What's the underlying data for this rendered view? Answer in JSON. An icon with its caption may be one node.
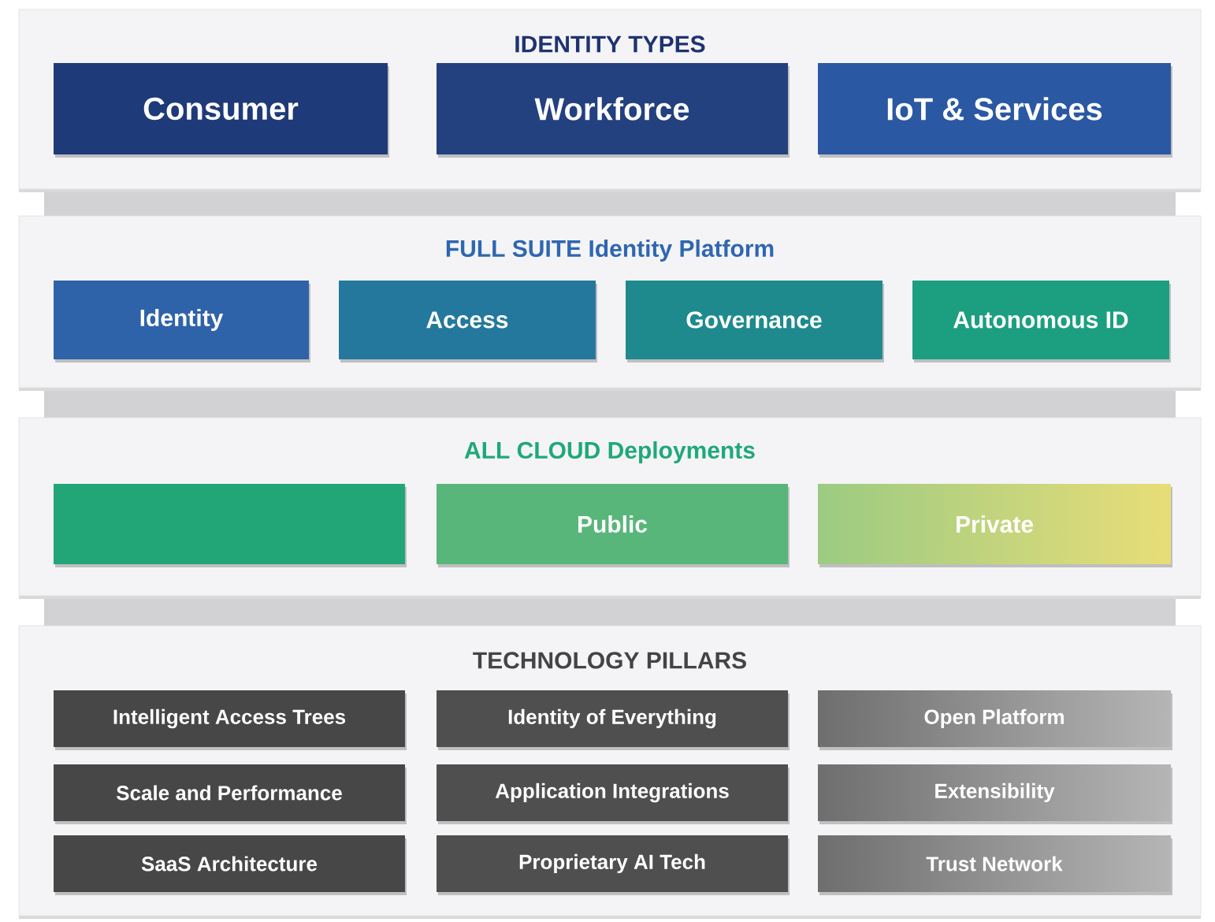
{
  "diagram": {
    "nodes": [
      {
        "text": [
          "IDENTITY TYPES"
        ]
      },
      {
        "text": [
          "Consumer"
        ],
        "in": 0
      },
      {
        "text": [
          "Workforce"
        ],
        "in": 0
      },
      {
        "text": [
          "IoT & Services"
        ],
        "in": 0
      },
      {
        "text": [
          "FULL SUITE Identity Platform"
        ]
      },
      {
        "text": [
          "Identity"
        ],
        "in": 4
      },
      {
        "text": [
          "Access"
        ],
        "in": 4
      },
      {
        "text": [
          "Governance"
        ],
        "in": 4
      },
      {
        "text": [
          "Autonomous ID"
        ],
        "in": 4
      },
      {
        "text": [
          "ALL CLOUD Deployments"
        ]
      },
      {
        "text": [],
        "shape": "box",
        "in": 9
      },
      {
        "text": [
          "Public"
        ],
        "in": 9
      },
      {
        "text": [
          "Private"
        ],
        "in": 9
      },
      {
        "text": [
          "TECHNOLOGY PILLARS"
        ]
      },
      {
        "text": [
          "Intelligent Access Trees"
        ],
        "in": 13
      },
      {
        "text": [
          "Identity of Everything"
        ],
        "in": 13
      },
      {
        "text": [
          "Open Platform"
        ],
        "in": 13
      },
      {
        "text": [
          "Scale and Performance"
        ],
        "in": 13
      },
      {
        "text": [
          "Application Integrations"
        ],
        "in": 13
      },
      {
        "text": [
          "Extensibility"
        ],
        "in": 13
      },
      {
        "text": [
          "SaaS Architecture"
        ],
        "in": 13
      },
      {
        "text": [
          "Proprietary AI Tech"
        ],
        "in": 13
      },
      {
        "text": [
          "Trust Network"
        ],
        "in": 13
      }
    ],
    "edges": []
  }
}
